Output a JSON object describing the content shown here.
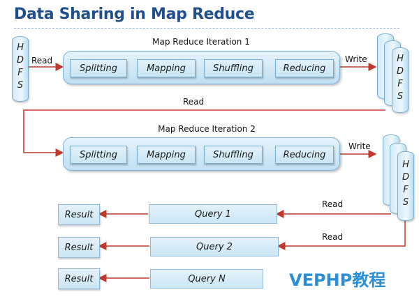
{
  "title": "Data Sharing in Map Reduce",
  "hdfs_letters": [
    "H",
    "D",
    "F",
    "S"
  ],
  "iteration1": {
    "label": "Map Reduce Iteration 1",
    "stages": [
      "Splitting",
      "Mapping",
      "Shuffling",
      "Reducing"
    ],
    "read_label": "Read",
    "write_label": "Write"
  },
  "between_read_label": "Read",
  "iteration2": {
    "label": "Map Reduce Iteration 2",
    "stages": [
      "Splitting",
      "Mapping",
      "Shuffling",
      "Reducing"
    ],
    "write_label": "Write"
  },
  "queries": [
    {
      "label": "Query 1",
      "result": "Result",
      "read_label": "Read"
    },
    {
      "label": "Query 2",
      "result": "Result",
      "read_label": "Read"
    },
    {
      "label": "Query N",
      "result": "Result",
      "read_label": ""
    }
  ],
  "watermark": "VEPHP教程",
  "colors": {
    "arrow": "#c0392b",
    "title": "#1f4e8c",
    "watermark": "#2b8fd8"
  }
}
